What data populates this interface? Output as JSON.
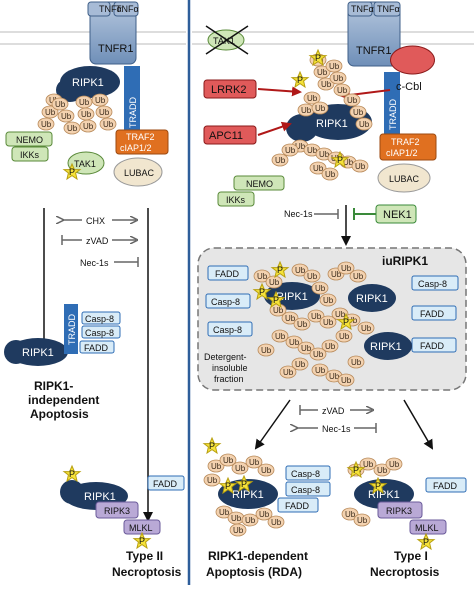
{
  "receptor": {
    "ligand": "TNFα",
    "receptor_label": "TNFR1"
  },
  "proteins": {
    "ripk1": "RIPK1",
    "tradd": "TRADD",
    "traf2": "TRAF2",
    "ciap": "cIAP1/2",
    "lubac": "LUBAC",
    "nemo": "NEMO",
    "ikks": "IKKs",
    "tak1": "TAK1",
    "ub": "Ub",
    "p": "P",
    "fadd": "FADD",
    "casp8": "Casp-8",
    "ripk3": "RIPK3",
    "mlkl": "MLKL",
    "lrrk2": "LRRK2",
    "apc11": "APC11",
    "ccbl": "c-Cbl",
    "nek1": "NEK1",
    "iuripk1": "iuRIPK1",
    "detergent": [
      "Detergent-",
      "insoluble",
      "fraction"
    ]
  },
  "treatments": {
    "chx": "CHX",
    "zvad": "zVAD",
    "nec1s": "Nec-1s"
  },
  "outcomes": {
    "left_apoptosis": [
      "RIPK1-",
      "independent",
      "Apoptosis"
    ],
    "left_necroptosis": [
      "Type II",
      "Necroptosis"
    ],
    "rda": [
      "RIPK1-dependent",
      "Apoptosis (RDA)"
    ],
    "right_necroptosis": [
      "Type I",
      "Necroptosis"
    ]
  },
  "colors": {
    "divider": "#2e5e9a",
    "ripk1": "#1f3a5f",
    "receptor": "#8fa9c9",
    "tradd": "#2f6db5",
    "traf": "#e07020",
    "lubac": "#f1e6cf",
    "nemo": "#cfe6b8",
    "ub": "#f3d2b0",
    "phospho": "#f5e23a",
    "red_box": "#e05a5a",
    "green": "#3a8a3a",
    "purple": "#b9a9d6",
    "iu_box": "#e6e6e6"
  }
}
